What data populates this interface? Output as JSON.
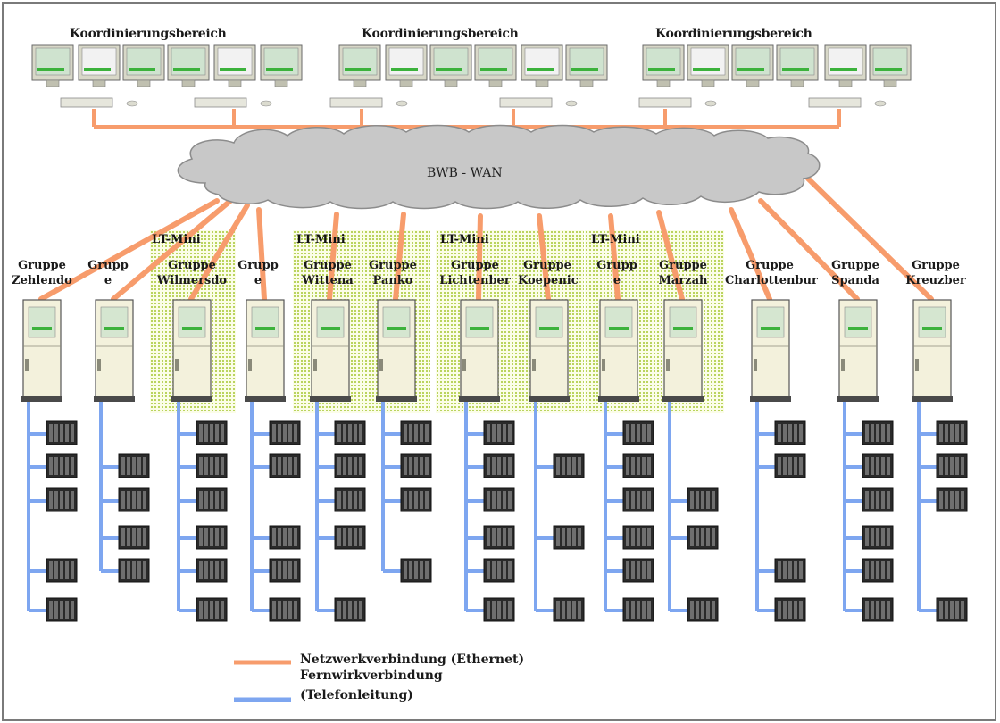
{
  "network": {
    "wan_label": "BWB - WAN",
    "coordination_areas": [
      {
        "label": "Koordinierungsbereich"
      },
      {
        "label": "Koordinierungsbereich"
      },
      {
        "label": "Koordinierungsbereich"
      }
    ],
    "lt_mini_zones": [
      {
        "label": "LT-Mini"
      },
      {
        "label": "LT-Mini"
      },
      {
        "label": "LT-Mini"
      },
      {
        "label": "LT-Mini"
      }
    ],
    "groups": [
      {
        "line1": "Gruppe",
        "line2": "Zehlendo"
      },
      {
        "line1": "Grupp",
        "line2": "e"
      },
      {
        "line1": "Gruppe",
        "line2": "Wilmersdo"
      },
      {
        "line1": "Grupp",
        "line2": "e"
      },
      {
        "line1": "Gruppe",
        "line2": "Wittena"
      },
      {
        "line1": "Gruppe",
        "line2": "Panko"
      },
      {
        "line1": "Gruppe",
        "line2": "Lichtenber"
      },
      {
        "line1": "Gruppe",
        "line2": "Koepenic"
      },
      {
        "line1": "Grupp",
        "line2": "e"
      },
      {
        "line1": "Gruppe",
        "line2": "Marzah"
      },
      {
        "line1": "Gruppe",
        "line2": "Charlottenbur"
      },
      {
        "line1": "Gruppe",
        "line2": "Spanda"
      },
      {
        "line1": "Gruppe",
        "line2": "Kreuzber"
      }
    ]
  },
  "legend": {
    "network_line_label": "Netzwerkverbindung (Ethernet)",
    "remote_line_label_1": "Fernwirkverbindung",
    "remote_line_label_2": "(Telefonleitung)"
  },
  "colors": {
    "network_line": "#f79c6c",
    "remote_line": "#7ea6f0",
    "cloud_fill": "#c8c8c8",
    "zone_dots": "#a9c93a"
  }
}
